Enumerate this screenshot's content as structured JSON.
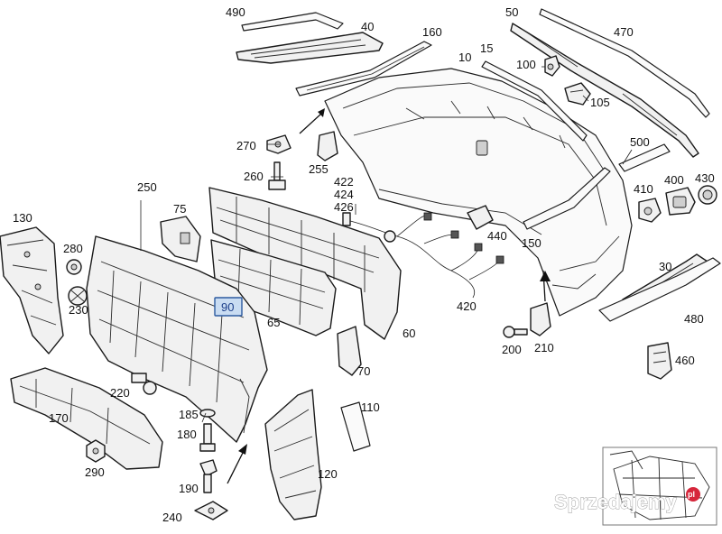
{
  "diagram": {
    "highlighted_part": "90",
    "labels": {
      "p10": "10",
      "p15": "15",
      "p30": "30",
      "p40": "40",
      "p50": "50",
      "p60": "60",
      "p65": "65",
      "p70": "70",
      "p75": "75",
      "p90": "90",
      "p100": "100",
      "p105": "105",
      "p110": "110",
      "p120": "120",
      "p130": "130",
      "p150": "150",
      "p160": "160",
      "p170": "170",
      "p180": "180",
      "p185": "185",
      "p190": "190",
      "p200": "200",
      "p210": "210",
      "p220": "220",
      "p230": "230",
      "p240": "240",
      "p250": "250",
      "p255": "255",
      "p260": "260",
      "p270": "270",
      "p280": "280",
      "p290": "290",
      "p400": "400",
      "p410": "410",
      "p420": "420",
      "p422": "422",
      "p424": "424",
      "p426": "426",
      "p430": "430",
      "p440": "440",
      "p460": "460",
      "p470": "470",
      "p480": "480",
      "p490": "490",
      "p500": "500"
    }
  },
  "watermark": {
    "text": "Sprzedajemy",
    "suffix": "pl"
  },
  "colors": {
    "highlight_fill": "#c9dcf2",
    "highlight_stroke": "#2c5aa0"
  }
}
